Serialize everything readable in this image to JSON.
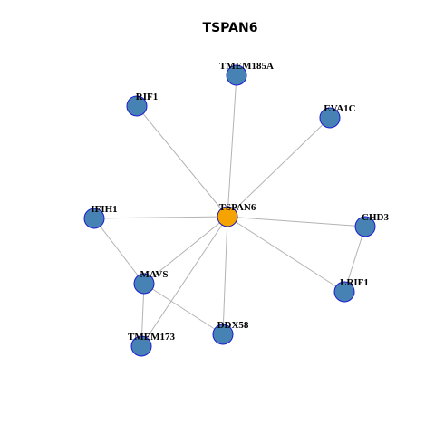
{
  "title": "TSPAN6",
  "colors": {
    "hub_fill": "#f5a300",
    "hub_stroke": "#1b1bb5",
    "node_fill": "#4682b4",
    "node_stroke": "#1b1bd0",
    "edge": "#b3b3b3"
  },
  "nodes": [
    {
      "id": "TSPAN6",
      "label": "TSPAN6",
      "hub": true
    },
    {
      "id": "TMEM185A",
      "label": "TMEM185A"
    },
    {
      "id": "RIF1",
      "label": "RIF1"
    },
    {
      "id": "EVA1C",
      "label": "EVA1C"
    },
    {
      "id": "IFIH1",
      "label": "IFIH1"
    },
    {
      "id": "CHD3",
      "label": "CHD3"
    },
    {
      "id": "MAVS",
      "label": "MAVS"
    },
    {
      "id": "LRIF1",
      "label": "LRIF1"
    },
    {
      "id": "DDX58",
      "label": "DDX58"
    },
    {
      "id": "TMEM173",
      "label": "TMEM173"
    }
  ],
  "edges": [
    [
      "TSPAN6",
      "TMEM185A"
    ],
    [
      "TSPAN6",
      "RIF1"
    ],
    [
      "TSPAN6",
      "EVA1C"
    ],
    [
      "TSPAN6",
      "IFIH1"
    ],
    [
      "TSPAN6",
      "CHD3"
    ],
    [
      "TSPAN6",
      "MAVS"
    ],
    [
      "TSPAN6",
      "LRIF1"
    ],
    [
      "TSPAN6",
      "DDX58"
    ],
    [
      "TSPAN6",
      "TMEM173"
    ],
    [
      "IFIH1",
      "MAVS"
    ],
    [
      "MAVS",
      "DDX58"
    ],
    [
      "MAVS",
      "TMEM173"
    ],
    [
      "CHD3",
      "LRIF1"
    ]
  ]
}
